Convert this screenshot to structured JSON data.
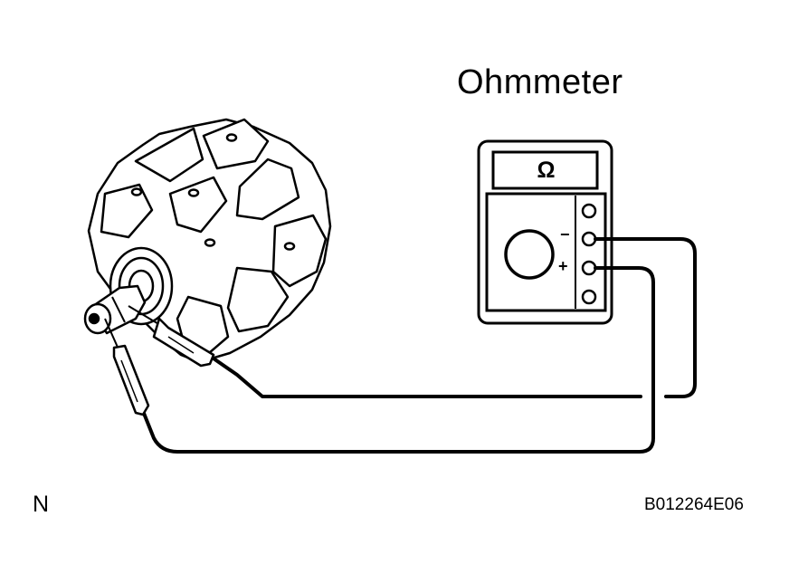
{
  "title": "Ohmmeter",
  "meter": {
    "display_symbol": "Ω",
    "negative_terminal": "−",
    "positive_terminal": "+"
  },
  "corner_code": "N",
  "figure_id": "B012264E06",
  "colors": {
    "ink": "#000000",
    "background": "#ffffff"
  }
}
